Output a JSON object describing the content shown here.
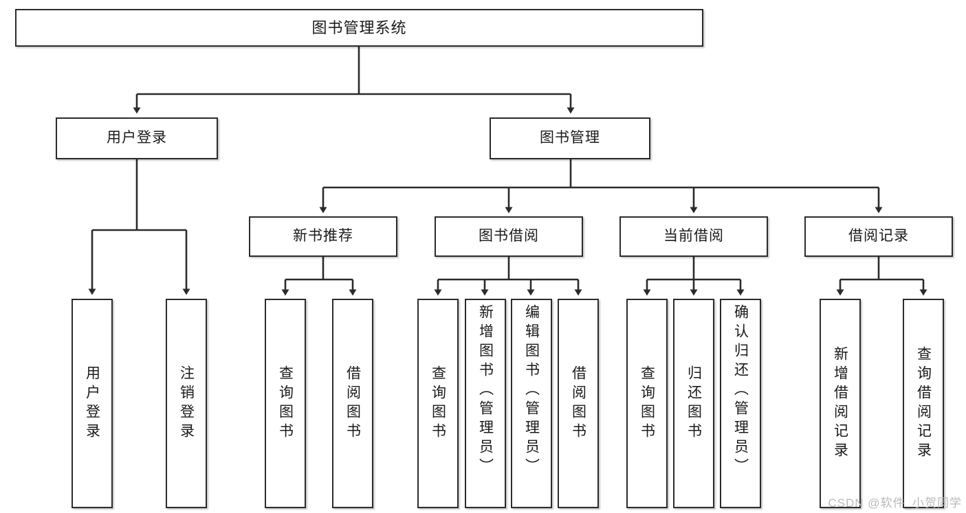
{
  "diagram": {
    "title": "图书管理系统",
    "watermark": "CSDN @软件_小贺同学",
    "colors": {
      "box_border": "#2b2b2b",
      "box_fill": "#ffffff",
      "connector": "#2b2b2b",
      "watermark": "#b9b9b9"
    },
    "root": {
      "label": "图书管理系统"
    },
    "level2": [
      {
        "label": "用户登录"
      },
      {
        "label": "图书管理"
      }
    ],
    "level3": [
      {
        "label": "新书推荐"
      },
      {
        "label": "图书借阅"
      },
      {
        "label": "当前借阅"
      },
      {
        "label": "借阅记录"
      }
    ],
    "leaves": {
      "user_login": [
        {
          "label": "用户登录"
        },
        {
          "label": "注销登录"
        }
      ],
      "new_book_recommend": [
        {
          "label": "查询图书"
        },
        {
          "label": "借阅图书"
        }
      ],
      "book_borrow": [
        {
          "label": "查询图书"
        },
        {
          "label": "新增图书（管理员）"
        },
        {
          "label": "编辑图书（管理员）"
        },
        {
          "label": "借阅图书"
        }
      ],
      "current_borrow": [
        {
          "label": "查询图书"
        },
        {
          "label": "归还图书"
        },
        {
          "label": "确认归还（管理员）"
        }
      ],
      "borrow_record": [
        {
          "label": "新增借阅记录"
        },
        {
          "label": "查询借阅记录"
        }
      ]
    }
  }
}
